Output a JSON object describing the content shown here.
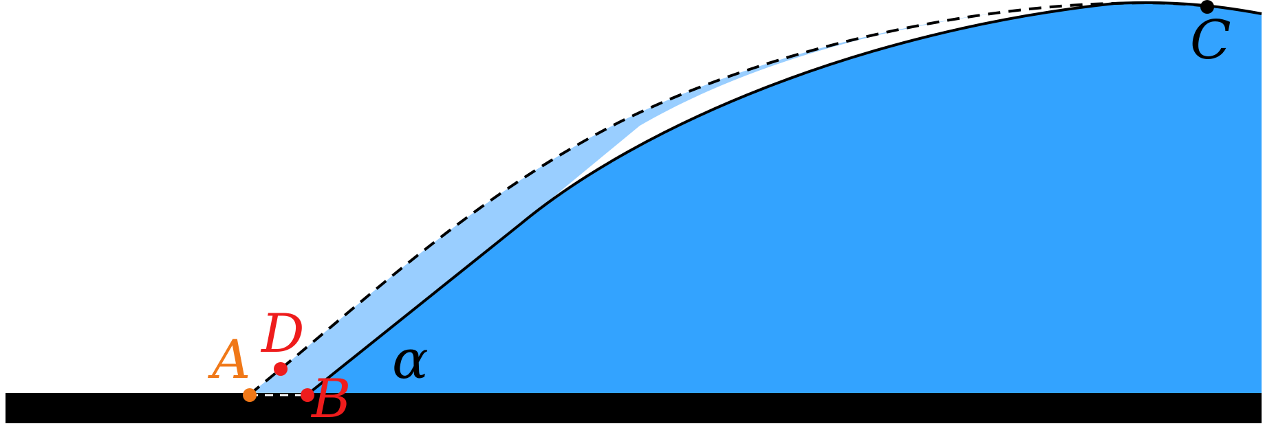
{
  "labels": {
    "a": "A",
    "b": "B",
    "c": "C",
    "d": "D",
    "alpha": "α"
  },
  "colors": {
    "liquid": "#33a3ff",
    "film": "#99ceff",
    "substrate": "#000000",
    "outline": "#000000",
    "point_a": "#f07818",
    "point_bd": "#ee1c1c",
    "point_c": "#000000",
    "label_dark": "#000000"
  }
}
